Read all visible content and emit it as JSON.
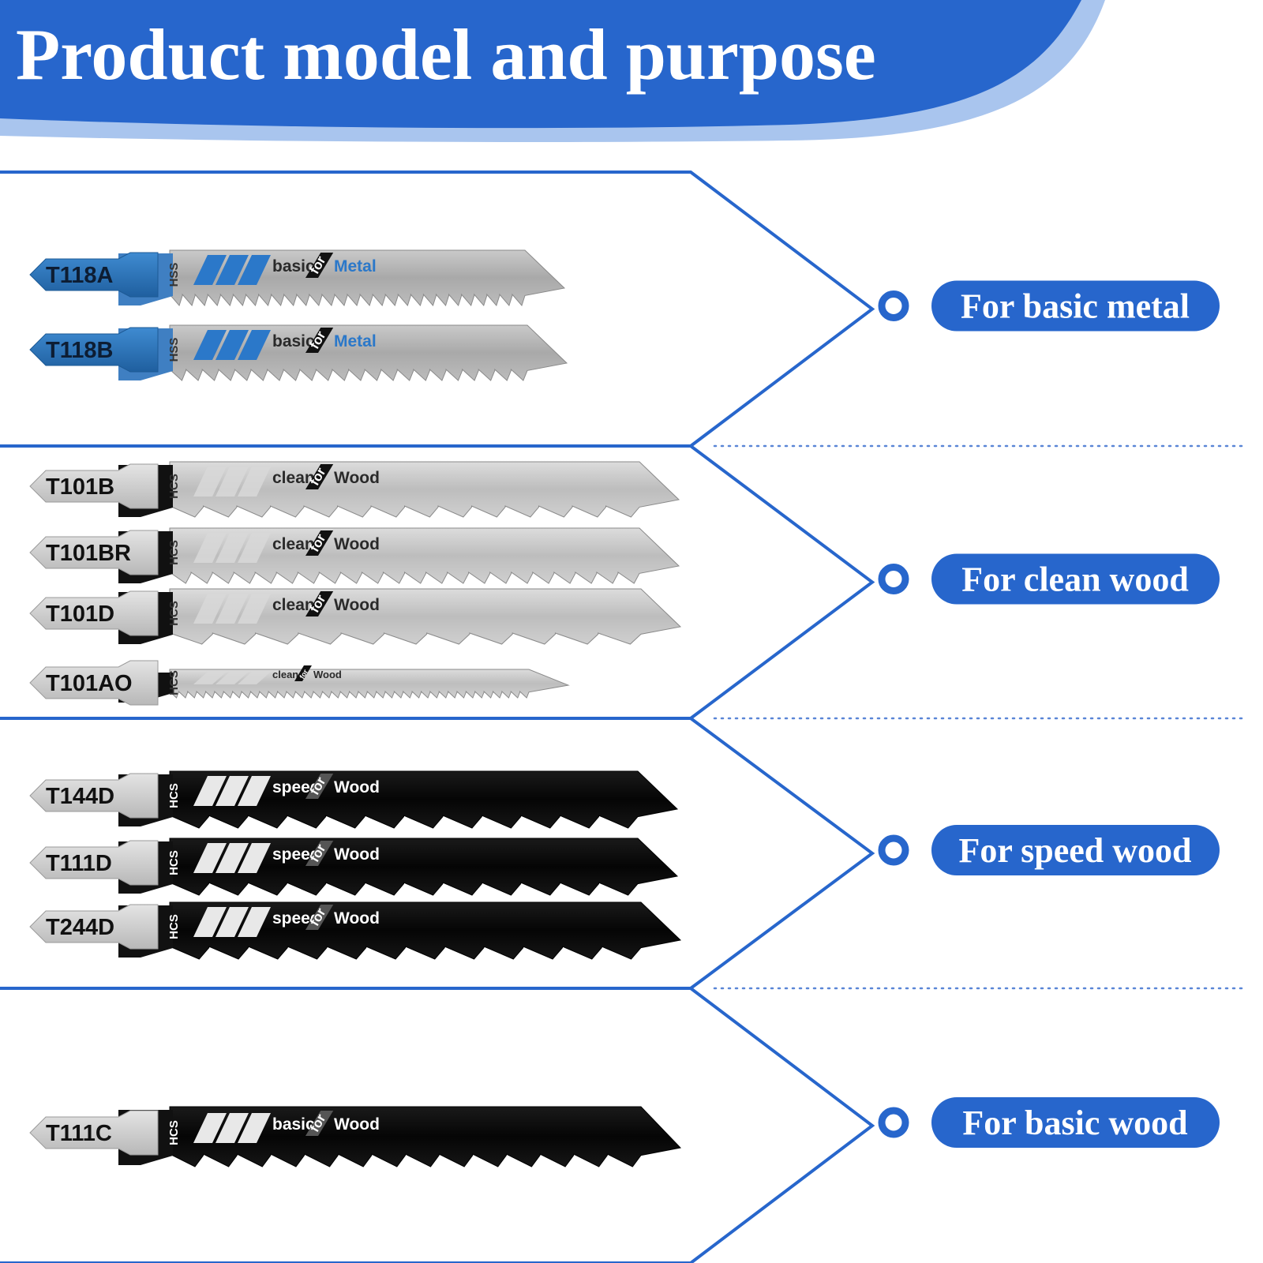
{
  "header": {
    "title": "Product model and purpose",
    "colors": {
      "primary": "#2766cc",
      "light": "#a9c5ee"
    }
  },
  "sections": [
    {
      "label": "For basic metal",
      "blades": [
        {
          "model": "T118A",
          "material": "HSS",
          "word1": "basic",
          "word2": "Metal",
          "style": "metal"
        },
        {
          "model": "T118B",
          "material": "HSS",
          "word1": "basic",
          "word2": "Metal",
          "style": "metal"
        }
      ]
    },
    {
      "label": "For clean wood",
      "blades": [
        {
          "model": "T101B",
          "material": "HCS",
          "word1": "clean",
          "word2": "Wood",
          "style": "silver"
        },
        {
          "model": "T101BR",
          "material": "HCS",
          "word1": "clean",
          "word2": "Wood",
          "style": "silver"
        },
        {
          "model": "T101D",
          "material": "HCS",
          "word1": "clean",
          "word2": "Wood",
          "style": "silver"
        },
        {
          "model": "T101AO",
          "material": "HCS",
          "word1": "clean",
          "word2": "Wood",
          "style": "silver"
        }
      ]
    },
    {
      "label": "For speed wood",
      "blades": [
        {
          "model": "T144D",
          "material": "HCS",
          "word1": "speed",
          "word2": "Wood",
          "style": "black"
        },
        {
          "model": "T111D",
          "material": "HCS",
          "word1": "speed",
          "word2": "Wood",
          "style": "black"
        },
        {
          "model": "T244D",
          "material": "HCS",
          "word1": "speed",
          "word2": "Wood",
          "style": "black"
        }
      ]
    },
    {
      "label": "For basic wood",
      "blades": [
        {
          "model": "T111C",
          "material": "HCS",
          "word1": "basic",
          "word2": "Wood",
          "style": "black"
        }
      ]
    }
  ],
  "blade_for_word": "for"
}
